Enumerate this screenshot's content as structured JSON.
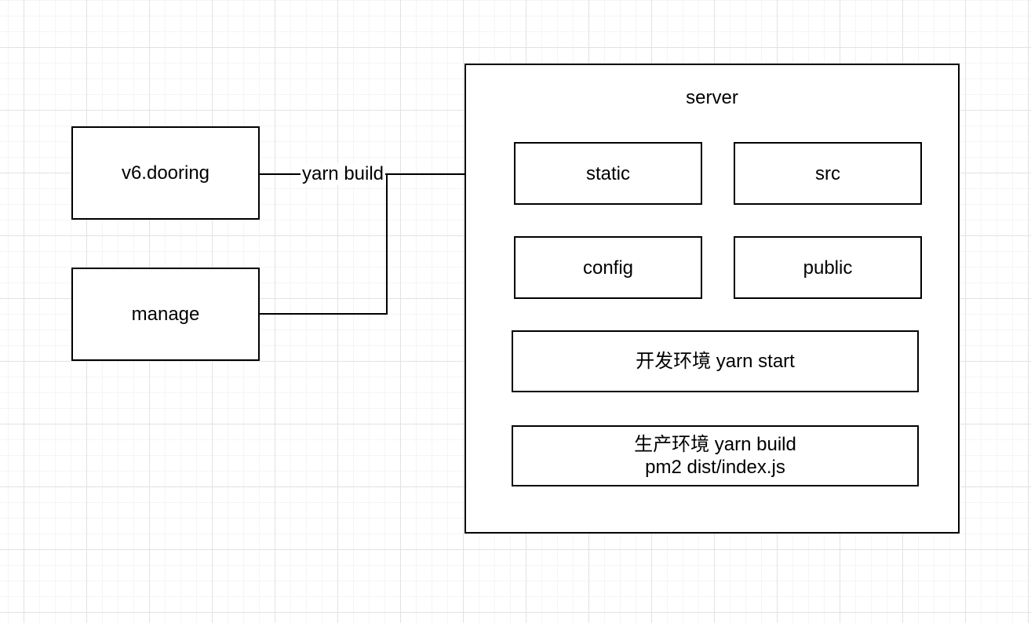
{
  "diagram": {
    "nodes": {
      "v6_dooring": {
        "label": "v6.dooring"
      },
      "manage": {
        "label": "manage"
      },
      "server": {
        "title": "server"
      },
      "static": {
        "label": "static"
      },
      "src": {
        "label": "src"
      },
      "config": {
        "label": "config"
      },
      "public": {
        "label": "public"
      },
      "dev_env": {
        "label": "开发环境 yarn start"
      },
      "prod_env": {
        "line1": "生产环境 yarn build",
        "line2": "pm2 dist/index.js"
      }
    },
    "edges": {
      "yarn_build": {
        "label": "yarn build"
      }
    },
    "colors": {
      "stroke": "#000000",
      "node_fill": "#ffffff",
      "grid_minor": "#f5f5f5",
      "grid_major": "#e2e2e2"
    }
  }
}
